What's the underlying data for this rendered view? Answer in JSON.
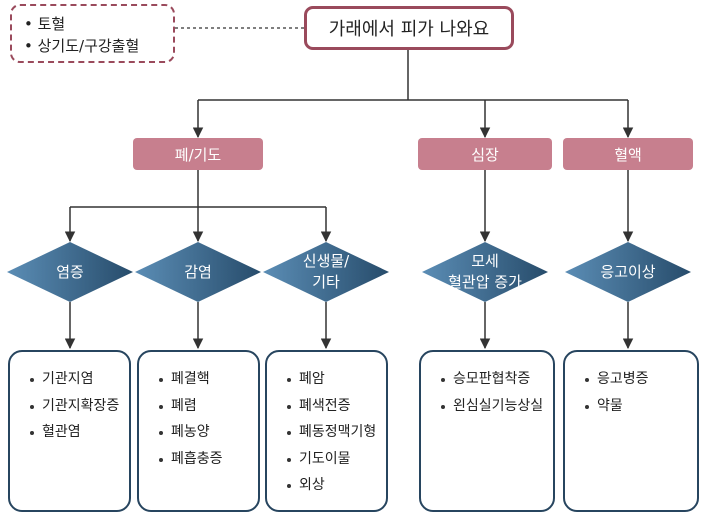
{
  "note": {
    "items": [
      "토혈",
      "상기도/구강출혈"
    ]
  },
  "root": {
    "title": "가래에서 피가 나와요"
  },
  "categories": [
    {
      "label": "폐/기도"
    },
    {
      "label": "심장"
    },
    {
      "label": "혈액"
    }
  ],
  "decisions": [
    {
      "label": [
        "염증"
      ]
    },
    {
      "label": [
        "감염"
      ]
    },
    {
      "label": [
        "신생물/",
        "기타"
      ]
    },
    {
      "label": [
        "모세",
        "혈관압 증가"
      ]
    },
    {
      "label": [
        "응고이상"
      ]
    }
  ],
  "boxes": [
    {
      "items": [
        "기관지염",
        "기관지확장증",
        "혈관염"
      ]
    },
    {
      "items": [
        "폐결핵",
        "폐렴",
        "폐농양",
        "폐흡충증"
      ]
    },
    {
      "items": [
        "폐암",
        "폐색전증",
        "폐동정맥기형",
        "기도이물",
        "외상"
      ]
    },
    {
      "items": [
        "승모판협착증",
        "왼심실기능상실"
      ]
    },
    {
      "items": [
        "응고병증",
        "약물"
      ]
    }
  ],
  "colors": {
    "root_border": "#9a4a5c",
    "category_fill": "#c77f8e",
    "decision_fill": "#3a6a8f",
    "box_border": "#27455f",
    "connector": "#333333"
  }
}
